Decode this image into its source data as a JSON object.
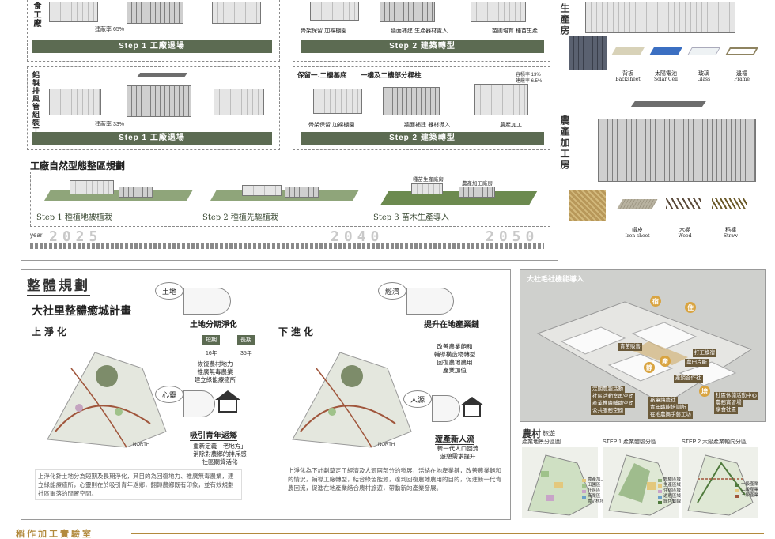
{
  "top_panel": {
    "factory_a_label": "食工廠",
    "factory_b_label": "鋁製排風管組裝工廠",
    "ratio_a": "建蔽率 65%",
    "ratio_b": "建蔽率 33%",
    "row1_captions": [
      "骨架保留 加裸棚園",
      "牆面補建 生產器材置入",
      "苗圃培育 種苗生產"
    ],
    "row2_captions": [
      "骨架保留 加裸棚園",
      "牆面補建 器材導入",
      "農產加工"
    ],
    "step1_label": "Step 1 工廠退場",
    "step2_label": "Step 2 建築轉型",
    "row2_header_a": "保留一.二樓基底",
    "row2_header_b": "一樓及二樓部分樑柱",
    "ratio_c": "容積率 13%",
    "ratio_d": "建蔽率 6.5%",
    "eco_title": "工廠自然型態整區規劃",
    "eco_steps": [
      "Step 1 種植地被植栽",
      "Step 2 種植先驅植栽",
      "Step 3 苗木生產導入"
    ],
    "eco_tags": [
      "種苗生產廠房",
      "農產加工廠房"
    ],
    "year_label": "year",
    "years": [
      "2025",
      "2040",
      "2050"
    ]
  },
  "right_panel": {
    "house1_label": "生產房",
    "house2_label": "農產加工房",
    "materials_row1": [
      {
        "zh": "背板",
        "en": "Backsheet"
      },
      {
        "zh": "太陽電池",
        "en": "Solar Cell"
      },
      {
        "zh": "玻璃",
        "en": "Glass"
      },
      {
        "zh": "邊框",
        "en": "Frame"
      }
    ],
    "materials_row2": [
      {
        "zh": "鐵皮",
        "en": "Iron sheet"
      },
      {
        "zh": "木棚",
        "en": "Wood"
      },
      {
        "zh": "稻擴",
        "en": "Straw"
      }
    ]
  },
  "plan_panel": {
    "section_title": "整體規劃",
    "plan_title": "大社里整體癒城計畫",
    "left_heading": "上淨化",
    "right_heading": "下進化",
    "bubble_land": "土地",
    "bubble_heart": "心靈",
    "bubble_economy": "經濟",
    "bubble_people": "人源",
    "land_phase_title": "土地分期淨化",
    "short_term": "短期",
    "long_term": "長期",
    "short_years": "16年",
    "long_years": "35年",
    "land_text": "恢復農村地力\n推廣無毒農業\n建立綠能療癒所",
    "youth_title": "吸引青年返鄉",
    "youth_text": "重新定義「老地方」\n消除對農鄉的排斥感\n社區關質活化",
    "industry_title": "提升在地產業鏈",
    "industry_text": "改善農業飽和\n輔導構造物轉型\n回復農地農用\n產業加值",
    "population_title": "遊產新人流",
    "population_text": "新一代人口回流\n遊憩需求提升",
    "left_desc": "上淨化針土地分為短期及長期淨化，其目的為回復地力、推廣無毒農業，建立綠能療癒所，心靈則在於吸引青年返鄉，翻轉農鄉既有印象，並有效規劃社區聚落的閒置空間。",
    "right_desc": "上淨化為下計劃奠定了經濟及人源兩部分的發展，活絡在地產業鏈，改善農業飽和的情況，輔導工廠轉型，結合綠色能源，達到回復農地農用的目的，促進新一代青農回流，促進在地產業結合農村旅遊，帶動新的產業發展。",
    "north_label": "NORTH"
  },
  "village_panel": {
    "title": "大社毛社機能導入",
    "tags": [
      "青苗販售",
      "打工換宿",
      "農田片斷",
      "產銷合作社",
      "定期農趣活動",
      "社區活動室再空間",
      "產業推廣輔助空間",
      "公共服務空間",
      "孩童讓農社",
      "青年職能培訓所",
      "在地農媽手藝工坊",
      "社區休閒活動中心",
      "農務實習場",
      "享食社區"
    ],
    "circle_tags": [
      "宿",
      "住",
      "静",
      "產",
      "培"
    ]
  },
  "tourism_panel": {
    "title": "農村",
    "subtitle": "旅遊",
    "maps": [
      "產業地景分區圖",
      "STEP 1 產業體驗分區",
      "STEP 2 六級產業軸向分區"
    ],
    "legend_a": [
      "農產加工區",
      "田園區",
      "社區區",
      "商業區",
      "農 / 林地"
    ],
    "legend_b": [
      "體驗區域",
      "生產區域",
      "住宿區域",
      "遊憩區域",
      "綠色動線"
    ],
    "legend_c": [
      "一級產業",
      "二級產業",
      "三級產業"
    ]
  },
  "footer": {
    "label": "稻作加工實驗室"
  },
  "colors": {
    "accent_green": "#5c6b52",
    "tag_brown": "#6b5a3a",
    "circle_gold": "#d9a441",
    "footer_gold": "#b28a3d"
  }
}
